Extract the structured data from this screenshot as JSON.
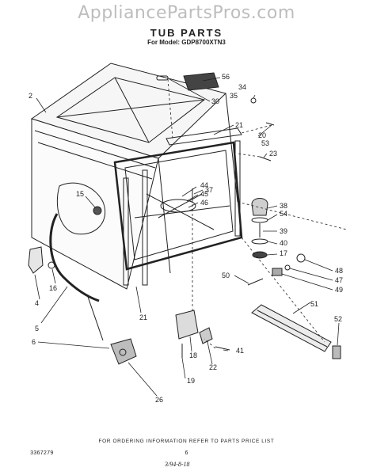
{
  "header": {
    "watermark": "AppliancePartsPros.com",
    "title": "TUB PARTS",
    "subtitle": "For Model: GDP8700XTN3"
  },
  "callouts": {
    "p2": "2",
    "p56": "56",
    "p34": "34",
    "p35": "35",
    "p30": "30",
    "p21a": "21",
    "p20": "20",
    "p53": "53",
    "p23": "23",
    "p44": "44",
    "p45": "45",
    "p46": "46",
    "p37": "37",
    "p15": "15",
    "p38": "38",
    "p54": "54",
    "p39": "39",
    "p40": "40",
    "p17": "17",
    "p48": "48",
    "p47": "47",
    "p49": "49",
    "p50": "50",
    "p16": "16",
    "p4": "4",
    "p5": "5",
    "p21b": "21",
    "p51": "51",
    "p52": "52",
    "p6": "6",
    "p18": "18",
    "p41": "41",
    "p22": "22",
    "p19": "19",
    "p26": "26"
  },
  "footer": {
    "ordering_note": "FOR ORDERING INFORMATION REFER TO PARTS PRICE LIST",
    "part_number": "3367279",
    "page_number": "6",
    "date_mark": "3/94-8-18"
  }
}
